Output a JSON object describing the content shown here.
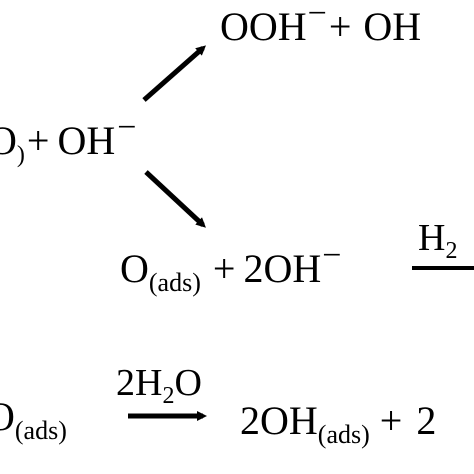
{
  "scheme": {
    "ink_color": "#000000",
    "background_color": "#ffffff",
    "line1": {
      "left_fragment": "O",
      "left_fragment_sub": ")",
      "plus": "+",
      "species": "OH",
      "charge": "−"
    },
    "upper_product": {
      "species_a": "OOH",
      "charge_a": "−",
      "plus": "+",
      "species_b": "OH"
    },
    "lower_product": {
      "o_base": "O",
      "o_sub": "(ads)",
      "plus": "+",
      "coef": "2",
      "species": "OH",
      "charge": "−",
      "reagent_base": "H",
      "reagent_sub": "2"
    },
    "bottom_line": {
      "left_base": "O",
      "left_sub": "(ads)",
      "reagent_coef": "2",
      "reagent_base": "H",
      "reagent_sub": "2",
      "reagent_tail": "O",
      "product_coef": "2",
      "product_base": "OH",
      "product_sub": "(ads)",
      "plus": "+",
      "trailing_coef": "2"
    }
  }
}
